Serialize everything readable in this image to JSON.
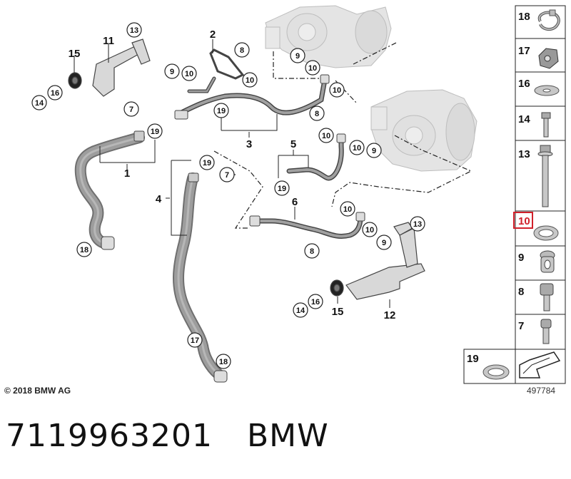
{
  "labels": {
    "n1": "1",
    "n2": "2",
    "n3": "3",
    "n4": "4",
    "n5": "5",
    "n6": "6",
    "n7": "7",
    "n8": "8",
    "n9": "9",
    "n10": "10",
    "n11": "11",
    "n12": "12",
    "n13": "13",
    "n14": "14",
    "n15": "15",
    "n16": "16",
    "n17": "17",
    "n18": "18",
    "n19": "19"
  },
  "side_panel": {
    "items": [
      "18",
      "17",
      "16",
      "14",
      "13",
      "10",
      "9",
      "8",
      "7"
    ],
    "highlighted": "10",
    "bottom_item": "19"
  },
  "footer": {
    "copyright": "© 2018 BMW AG",
    "diagram_id": "497784",
    "part_number": "7119963201",
    "brand": "BMW"
  },
  "colors": {
    "highlight": "#d0202a",
    "line": "#222222",
    "hose": "#8a8a8a",
    "metal": "#c7c7c7"
  }
}
